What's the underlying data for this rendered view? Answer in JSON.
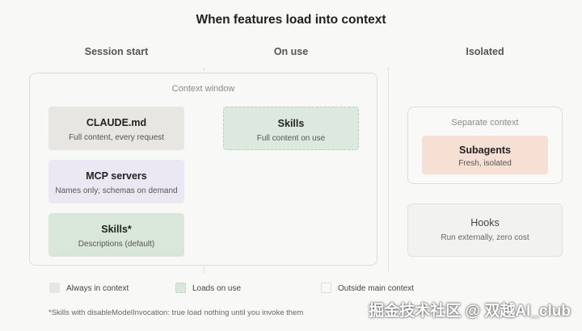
{
  "title": "When features load into context",
  "columns": {
    "session_start": "Session start",
    "on_use": "On use",
    "isolated": "Isolated"
  },
  "context_window": {
    "label": "Context window",
    "cards": {
      "claude": {
        "name": "CLAUDE.md",
        "desc": "Full content, every request"
      },
      "mcp": {
        "name": "MCP servers",
        "desc": "Names only; schemas on demand"
      },
      "skills_desc": {
        "name": "Skills*",
        "desc": "Descriptions (default)"
      },
      "skills_use": {
        "name": "Skills",
        "desc": "Full content on use"
      }
    }
  },
  "separate_context": {
    "label": "Separate context",
    "subagents": {
      "name": "Subagents",
      "desc": "Fresh, isolated"
    }
  },
  "hooks": {
    "name": "Hooks",
    "desc": "Run externally, zero cost"
  },
  "legend": {
    "always": "Always in context",
    "on_use": "Loads on use",
    "outside": "Outside main context"
  },
  "footnote": "*Skills with disableModelInvocation: true load nothing until you invoke them",
  "watermark": "掘金技术社区 @ 双越AI_club",
  "colors": {
    "claude": "#e7e6e1",
    "mcp": "#ebe8f3",
    "skills": "#d9e7db",
    "subagents": "#f6e0d4",
    "hooks": "#f2f2f1"
  }
}
